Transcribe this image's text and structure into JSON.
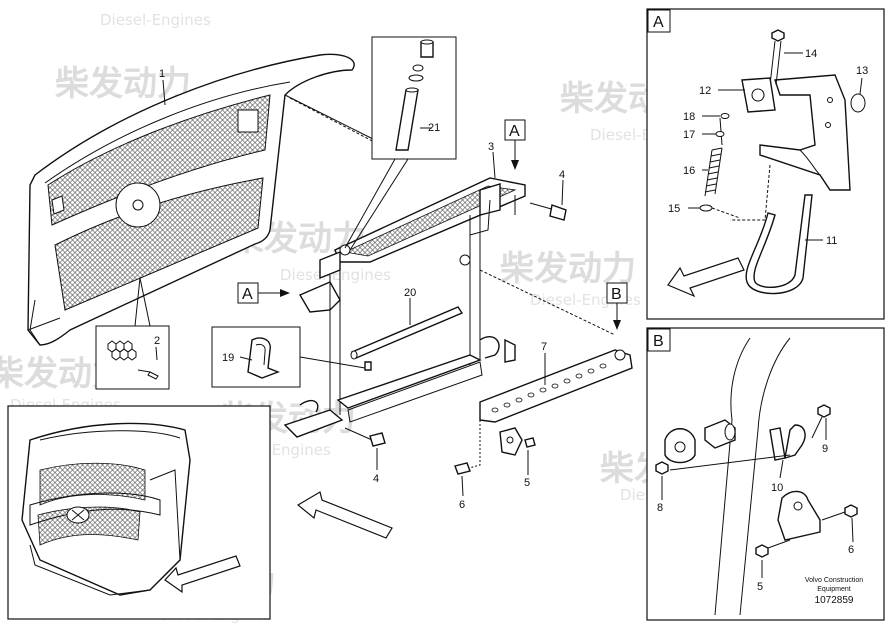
{
  "watermark": {
    "cn": "柴发动力",
    "en": "Diesel-Engines"
  },
  "callouts": {
    "c1": "1",
    "c2": "2",
    "c3": "3",
    "c4a": "4",
    "c4b": "4",
    "c5a": "5",
    "c6a": "6",
    "c7": "7",
    "c19": "19",
    "c20": "20",
    "c21": "21"
  },
  "view_tags": {
    "tagA_main": "A",
    "tagA_left": "A",
    "tagB_main": "B"
  },
  "panel_a": {
    "title": "A",
    "c11": "11",
    "c12": "12",
    "c13": "13",
    "c14": "14",
    "c15": "15",
    "c16": "16",
    "c17": "17",
    "c18": "18"
  },
  "panel_b": {
    "title": "B",
    "c5": "5",
    "c6": "6",
    "c8": "8",
    "c9": "9",
    "c10": "10",
    "footer_line1": "Volvo Construction",
    "footer_line2": "Equipment",
    "ref": "1072859"
  }
}
